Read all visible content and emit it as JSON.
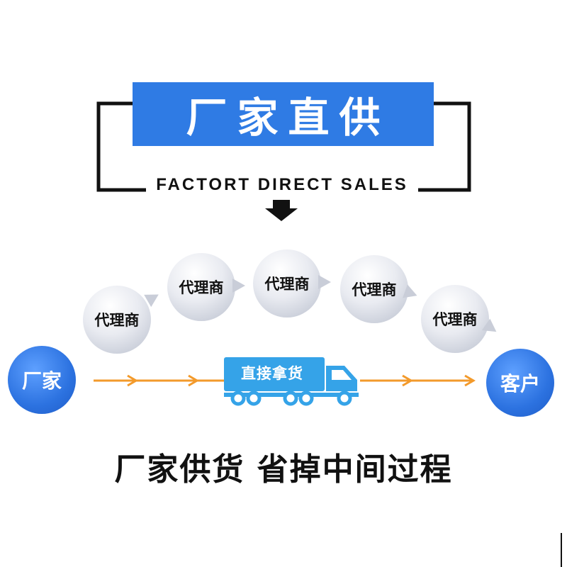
{
  "header": {
    "title": "厂家直供",
    "subtitle": "FACTORT DIRECT SALES"
  },
  "flow": {
    "start_label": "厂家",
    "end_label": "客户",
    "agents": [
      "代理商",
      "代理商",
      "代理商",
      "代理商",
      "代理商"
    ],
    "truck_label": "直接拿货"
  },
  "slogan": "厂家供货 省掉中间过程",
  "colors": {
    "accent_blue": "#2f7be4",
    "arrow_orange": "#f39a2b",
    "bubble_grey": "#c9cdd8",
    "truck_blue": "#35a3e8"
  }
}
